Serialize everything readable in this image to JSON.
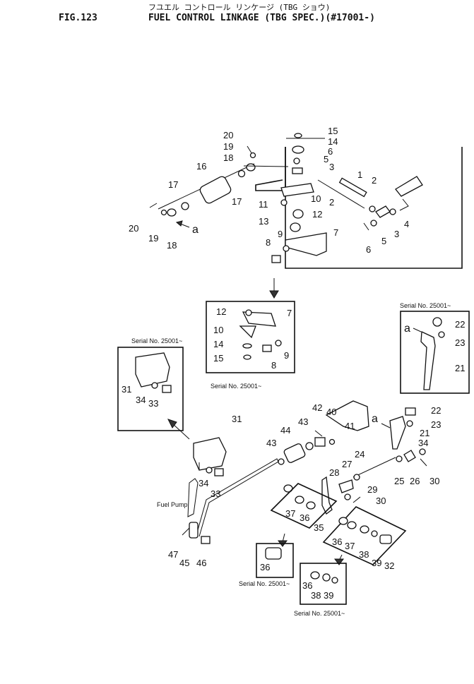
{
  "header": {
    "fig_label": "FIG.123",
    "japanese_title": "フユエル コントロール リンケージ (TBG ショウ)",
    "title": "FUEL CONTROL LINKAGE (TBG SPEC.)(#17001-)"
  },
  "notes": {
    "serial_a": "Serial No. 25001~",
    "serial_b": "Serial No. 25001~",
    "serial_c": "Serial No. 25001~",
    "serial_d": "Serial No. 25001~",
    "serial_e": "Serial No. 25001~",
    "fuel_pump": "Fuel Pump"
  },
  "callouts": {
    "c20a": "20",
    "c19a": "19",
    "c18a": "18",
    "c16": "16",
    "c17a": "17",
    "c17b": "17",
    "c20b": "20",
    "c19b": "19",
    "c18b": "18",
    "ca1": "a",
    "c15a": "15",
    "c14a": "14",
    "c6a": "6",
    "c5a": "5",
    "c3a": "3",
    "c2a": "2",
    "c10a": "10",
    "c11": "11",
    "c12a": "12",
    "c13": "13",
    "c9a": "9",
    "c8a": "8",
    "c7a": "7",
    "c1": "1",
    "c2b": "2",
    "c4": "4",
    "c3b": "3",
    "c5b": "5",
    "c6b": "6",
    "c12b": "12",
    "c7b": "7",
    "c10b": "10",
    "c14b": "14",
    "c15b": "15",
    "c9b": "9",
    "c8b": "8",
    "ca2": "a",
    "c22a": "22",
    "c23a": "23",
    "c21a": "21",
    "c31a": "31",
    "c34a": "34",
    "c33a": "33",
    "c42": "42",
    "c40": "40",
    "c41": "41",
    "c44": "44",
    "c43a": "43",
    "c43b": "43",
    "ca3": "a",
    "c22b": "22",
    "c23b": "23",
    "c21b": "21",
    "c31b": "31",
    "c34b": "34",
    "c33b": "33",
    "c24": "24",
    "c27": "27",
    "c28": "28",
    "c29": "29",
    "c30a": "30",
    "c34c": "34",
    "c25": "25",
    "c26": "26",
    "c30b": "30",
    "c37a": "37",
    "c36a": "36",
    "c35": "35",
    "c36b": "36",
    "c37b": "37",
    "c38a": "38",
    "c39a": "39",
    "c32": "32",
    "c47": "47",
    "c45": "45",
    "c46": "46",
    "c36c": "36",
    "c36d": "36",
    "c38b": "38",
    "c39b": "39"
  }
}
